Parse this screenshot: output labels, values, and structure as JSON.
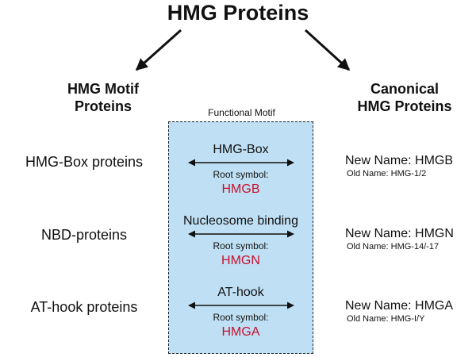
{
  "title": "HMG Proteins",
  "left_heading": "HMG Motif\nProteins",
  "right_heading": "Canonical\nHMG Proteins",
  "motif_caption": "Functional Motif",
  "rows": [
    {
      "protein": "HMG-Box proteins",
      "motif": "HMG-Box",
      "root_label": "Root symbol:",
      "root_symbol": "HMGB",
      "new_name": "New Name: HMGB",
      "old_name": "Old Name: HMG-1/2"
    },
    {
      "protein": "NBD-proteins",
      "motif": "Nucleosome binding",
      "root_label": "Root symbol:",
      "root_symbol": "HMGN",
      "new_name": "New Name: HMGN",
      "old_name": "Old Name: HMG-14/-17"
    },
    {
      "protein": "AT-hook proteins",
      "motif": "AT-hook",
      "root_label": "Root symbol:",
      "root_symbol": "HMGA",
      "new_name": "New Name: HMGA",
      "old_name": "Old Name: HMG-I/Y"
    }
  ],
  "colors": {
    "motif_fill": "#bfe0f4",
    "root_symbol": "#c8102e",
    "text": "#111111"
  }
}
